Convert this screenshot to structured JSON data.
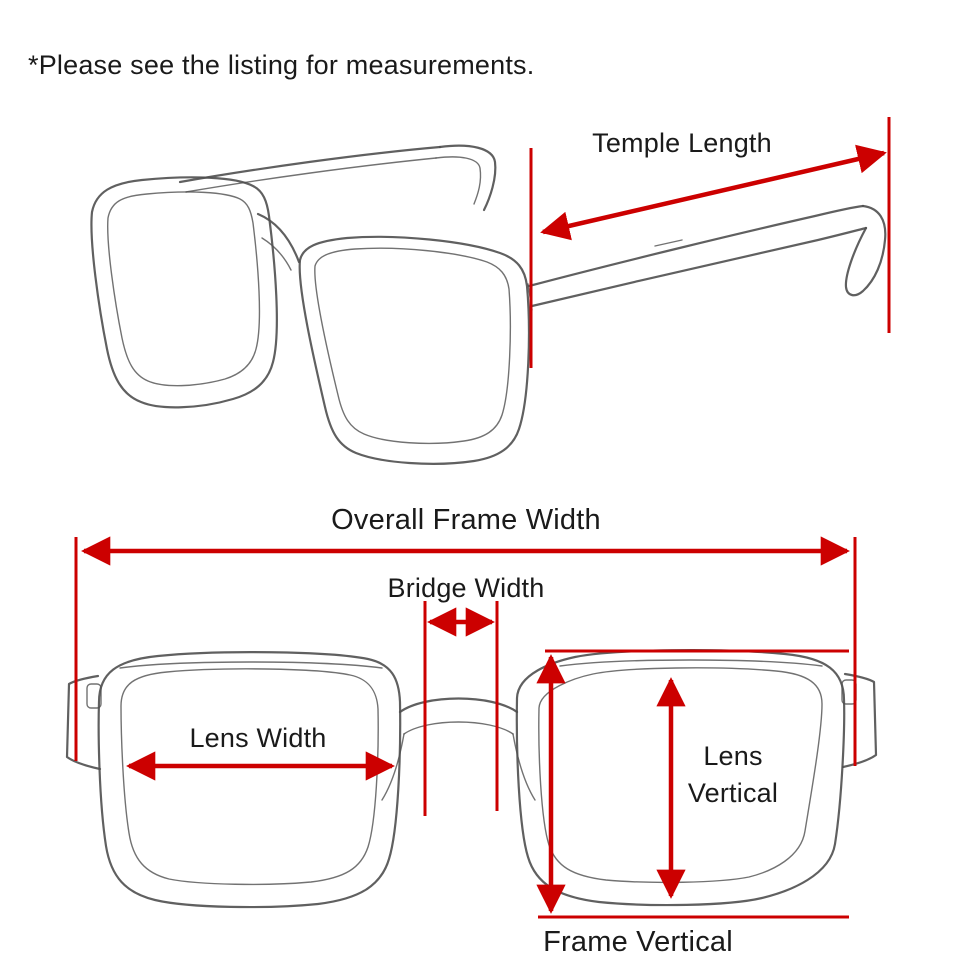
{
  "page": {
    "note": "*Please see the listing for measurements."
  },
  "labels": {
    "temple_length": "Temple Length",
    "overall_frame_width": "Overall Frame Width",
    "bridge_width": "Bridge Width",
    "lens_width": "Lens Width",
    "lens_vertical": "Lens Vertical",
    "frame_vertical": "Frame Vertical"
  },
  "sketches": {
    "top": "glasses-three-quarter-view-sketch",
    "bottom": "glasses-front-view-sketch"
  },
  "colors": {
    "arrow": "#cc0000",
    "text": "#1a1a1a",
    "sketch": "#4f4f4f",
    "background": "#ffffff"
  }
}
